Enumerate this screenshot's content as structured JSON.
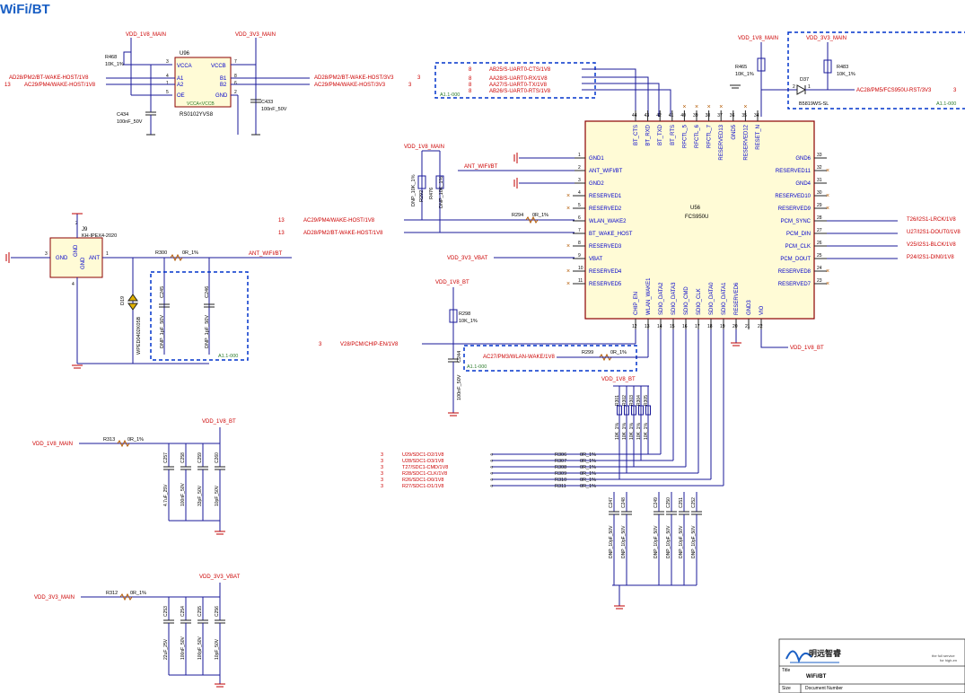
{
  "title": "WiFi/BT",
  "colors": {
    "wire": "#1a1a9a",
    "net": "#cc0000",
    "chip": "#8b0000",
    "ground": "#c00000",
    "label": "#0000cc",
    "group": "#0033cc",
    "title": "#1a5fc4"
  },
  "u96": {
    "ref": "U96",
    "part": "RS0102YVS8",
    "note": "VCCA<VCCB",
    "pins": {
      "vcca": "VCCA",
      "vccb": "VCCB",
      "a1": "A1",
      "a2": "A2",
      "b1": "B1",
      "b2": "B2",
      "oe": "OE",
      "gnd": "GND"
    },
    "pin_numbers": {
      "vcca": "3",
      "vccb": "7",
      "a1": "4",
      "a2": "1",
      "b1": "8",
      "b2": "6",
      "oe": "5",
      "gnd": "2"
    },
    "vdd_left": "VDD_1V8_MAIN",
    "vdd_right": "VDD_3V3_MAIN",
    "r468": "R468",
    "r468_val": "10K_1%",
    "c434": "C434",
    "c434_val": "100nF_50V",
    "c433": "C433",
    "c433_val": "100nF_50V",
    "net_left1": "AD28/PM2/BT-WAKE-HOST/1V8",
    "net_left2": "AC29/PM4/WAKE-HOST/1V8",
    "net_left_sheet": "13",
    "net_right1": "AD28/PM2/BT-WAKE-HOST/3V3",
    "net_right2": "AC29/PM4/WAKE-HOST/3V3",
    "net_right_sheet1": "3",
    "net_right_sheet2": "3"
  },
  "uart_group": {
    "sheet": "8",
    "nets": [
      "AB25/S-UART0-CTS/1V8",
      "AA28/S-UART0-RX/1V8",
      "AA27/S-UART0-TX/1V8",
      "AB26/S-UART0-RTS/1V8"
    ],
    "tag": "A1.1-000"
  },
  "reset": {
    "vdd1": "VDD_1V8_MAIN",
    "vdd2": "VDD_3V3_MAIN",
    "r465": "R465",
    "r465_val": "10K_1%",
    "r483": "R483",
    "r483_val": "10K_1%",
    "d37": "D37",
    "d37_part": "B5819WS-SL",
    "d37_pin2": "2",
    "d37_pin1": "1",
    "net": "AC28/PM5/FCS950U-RST/3V3",
    "sheet": "3",
    "tag": "A1.1-000"
  },
  "u56": {
    "ref": "U56",
    "part": "FCS950U",
    "top_pins": [
      {
        "num": "44",
        "name": "BT_CTS"
      },
      {
        "num": "43",
        "name": "BT_RXD"
      },
      {
        "num": "42",
        "name": "BT_TXD"
      },
      {
        "num": "41",
        "name": "BT_RTS"
      },
      {
        "num": "40",
        "name": "RFCTL_5"
      },
      {
        "num": "39",
        "name": "RFCTL_6"
      },
      {
        "num": "38",
        "name": "RFCTL_7"
      },
      {
        "num": "37",
        "name": "RESERVED13"
      },
      {
        "num": "36",
        "name": "GND5"
      },
      {
        "num": "35",
        "name": "RESERVED12"
      },
      {
        "num": "34",
        "name": "RESET_N"
      }
    ],
    "left_pins": [
      {
        "num": "1",
        "name": "GND1"
      },
      {
        "num": "2",
        "name": "ANT_WIFI/BT"
      },
      {
        "num": "3",
        "name": "GND2"
      },
      {
        "num": "4",
        "name": "RESERVED1"
      },
      {
        "num": "5",
        "name": "RESERVED2"
      },
      {
        "num": "6",
        "name": "WLAN_WAKE2"
      },
      {
        "num": "7",
        "name": "BT_WAKE_HOST"
      },
      {
        "num": "8",
        "name": "RESERVED3"
      },
      {
        "num": "9",
        "name": "VBAT"
      },
      {
        "num": "10",
        "name": "RESERVED4"
      },
      {
        "num": "11",
        "name": "RESERVED5"
      }
    ],
    "right_pins": [
      {
        "num": "33",
        "name": "GND6"
      },
      {
        "num": "32",
        "name": "RESERVED11"
      },
      {
        "num": "31",
        "name": "GND4"
      },
      {
        "num": "30",
        "name": "RESERVED10"
      },
      {
        "num": "29",
        "name": "RESERVED9"
      },
      {
        "num": "28",
        "name": "PCM_SYNC"
      },
      {
        "num": "27",
        "name": "PCM_DIN"
      },
      {
        "num": "26",
        "name": "PCM_CLK"
      },
      {
        "num": "25",
        "name": "PCM_DOUT"
      },
      {
        "num": "24",
        "name": "RESERVED8"
      },
      {
        "num": "23",
        "name": "RESERVED7"
      }
    ],
    "bottom_pins": [
      {
        "num": "12",
        "name": "CHIP_EN"
      },
      {
        "num": "13",
        "name": "WLAN_WAKE1"
      },
      {
        "num": "14",
        "name": "SDIO_DATA2"
      },
      {
        "num": "15",
        "name": "SDIO_DATA3"
      },
      {
        "num": "16",
        "name": "SDIO_CMD"
      },
      {
        "num": "17",
        "name": "SDIO_CLK"
      },
      {
        "num": "18",
        "name": "SDIO_DATA0"
      },
      {
        "num": "19",
        "name": "SDIO_DATA1"
      },
      {
        "num": "20",
        "name": "RESERVED6"
      },
      {
        "num": "21",
        "name": "GND3"
      },
      {
        "num": "22",
        "name": "VIO"
      }
    ]
  },
  "pcm_nets": [
    "T26/I2S1-LRCK/1V8",
    "U27/I2S1-DOUT0/1V8",
    "V25/I2S1-BLCK/1V8",
    "P24/I2S1-DIN0/1V8"
  ],
  "left_nets": {
    "ant": "ANT_WIFI/BT",
    "vdd_wake": "VDD_1V8_MAIN",
    "r292": "R292",
    "r292_val": "DNP_10K_1%",
    "r476": "R476",
    "r476_val": "DNP_10K_1%",
    "wake1": "AC29/PM4/WAKE-HOST/1V8",
    "wake2": "AD28/PM2/BT-WAKE-HOST/1V8",
    "wake_sheet1": "13",
    "wake_sheet2": "13",
    "r294": "R294",
    "r294_val": "0R_1%",
    "vbat": "VDD_3V3_VBAT"
  },
  "antenna": {
    "j9": "J9",
    "j9_part": "KH-IPEX4-2020",
    "gnd_a": "GND",
    "gnd_b": "GND",
    "gnd_c": "GND",
    "ant": "ANT",
    "pin_gnd": "3",
    "pin_ant": "1",
    "pin_b": "2",
    "pin_c": "4",
    "r300": "R300",
    "r300_val": "0R_1%",
    "net": "ANT_WIFI/BT",
    "d19": "D19",
    "d19_part": "WPED0402K05B",
    "c245": "C245",
    "c245_val": "DNP_1pF_50V",
    "c246": "C246",
    "c246_val": "DNP_1pF_50V",
    "tag": "A1.1-000"
  },
  "chip_en": {
    "vdd": "VDD_1V8_BT",
    "r298": "R298",
    "r298_val": "10K_1%",
    "net": "V28/PCM/CHIP-EN/1V8",
    "sheet": "3",
    "c244": "C244",
    "c244_val": "100nF_50V",
    "wlan_net": "AC27/PM3/WLAN-WAKE/1V8",
    "r299": "R299",
    "r299_val": "0R_1%",
    "tag": "A1.1-000",
    "vio_net": "VDD_1V8_BT"
  },
  "sdio": {
    "vdd": "VDD_1V8_BT",
    "pullups": [
      {
        "ref": "R301",
        "val": "10K_1%"
      },
      {
        "ref": "R302",
        "val": "10K_1%"
      },
      {
        "ref": "R303",
        "val": "10K_1%"
      },
      {
        "ref": "R304",
        "val": "10K_1%"
      },
      {
        "ref": "R305",
        "val": "10K_1%"
      }
    ],
    "nets": [
      "U29/SDC1-D2/1V8",
      "U28/SDC1-D3/1V8",
      "T27/SDC1-CMD/1V8",
      "R28/SDC1-CLK/1V8",
      "R26/SDC1-D0/1V8",
      "R27/SDC1-D1/1V8"
    ],
    "sheets": [
      "3",
      "3",
      "3",
      "3",
      "3",
      "3"
    ],
    "series": [
      {
        "ref": "R306",
        "val": "0R_1%"
      },
      {
        "ref": "R307",
        "val": "0R_1%"
      },
      {
        "ref": "R308",
        "val": "0R_1%"
      },
      {
        "ref": "R309",
        "val": "0R_1%"
      },
      {
        "ref": "R310",
        "val": "0R_1%"
      },
      {
        "ref": "R311",
        "val": "0R_1%"
      }
    ],
    "caps": [
      {
        "ref": "C247",
        "val": "DNP_10pF_50V"
      },
      {
        "ref": "C248",
        "val": "DNP_10pF_50V"
      },
      {
        "ref": "C249",
        "val": "DNP_10pF_50V"
      },
      {
        "ref": "C250",
        "val": "DNP_10pF_50V"
      },
      {
        "ref": "C251",
        "val": "DNP_10pF_50V"
      },
      {
        "ref": "C252",
        "val": "DNP_10pF_50V"
      }
    ]
  },
  "bt_supply": {
    "vdd_in": "VDD_1V8_MAIN",
    "vdd_out": "VDD_1V8_BT",
    "r313": "R313",
    "r313_val": "0R_1%",
    "caps": [
      {
        "ref": "C257",
        "val": "4.7uF_25V"
      },
      {
        "ref": "C258",
        "val": "100nF_50V"
      },
      {
        "ref": "C259",
        "val": "33pF_50V"
      },
      {
        "ref": "C260",
        "val": "10pF_50V"
      }
    ]
  },
  "vbat_supply": {
    "vdd_in": "VDD_3V3_MAIN",
    "vdd_out": "VDD_3V3_VBAT",
    "r312": "R312",
    "r312_val": "0R_1%",
    "caps": [
      {
        "ref": "C253",
        "val": "22uF_25V"
      },
      {
        "ref": "C254",
        "val": "100nF_50V"
      },
      {
        "ref": "C255",
        "val": "100pF_50V"
      },
      {
        "ref": "C256",
        "val": "10pF_50V"
      }
    ]
  },
  "title_block": {
    "company": "明远智睿",
    "tagline1": "the full service",
    "tagline2": "for high-en",
    "title_label": "Title",
    "title": "WiFi/BT",
    "size_label": "Size",
    "docnum_label": "Document Number"
  }
}
